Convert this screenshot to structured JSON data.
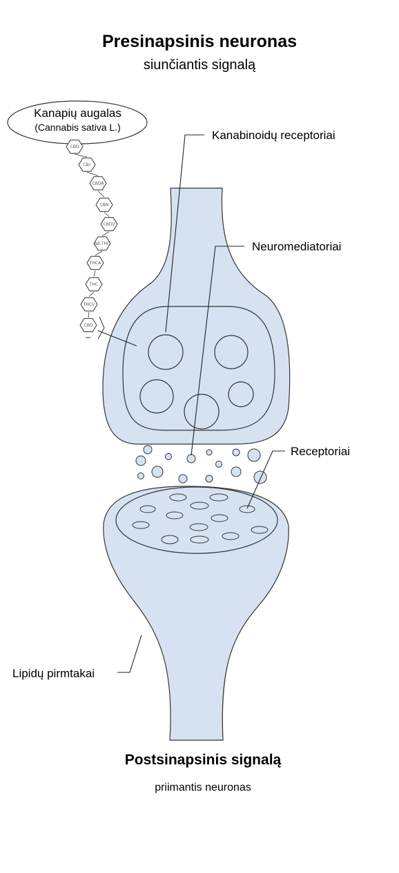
{
  "header": {
    "title": "Presinapsinis neuronas",
    "subtitle": "siunčiantis signalą"
  },
  "footer": {
    "title": "Postsinapsinis signalą",
    "subtitle": "priimantis neuronas"
  },
  "plant": {
    "name": "Kanapių augalas",
    "latin": "(Cannabis sativa L.)",
    "compounds": [
      "CBD",
      "CBc",
      "CBDA",
      "CBN",
      "CBDV",
      "Δ8-THC",
      "THCA",
      "THC",
      "THCV",
      "CBD"
    ]
  },
  "labels": {
    "cannabinoid_receptors": "Kanabinoidų receptoriai",
    "neurotransmitters": "Neuromediatoriai",
    "receptors": "Receptoriai",
    "lipid_precursors": "Lipidų pirmtakai"
  },
  "colors": {
    "neuron_fill": "#d6e2f2",
    "outline": "#333333"
  }
}
